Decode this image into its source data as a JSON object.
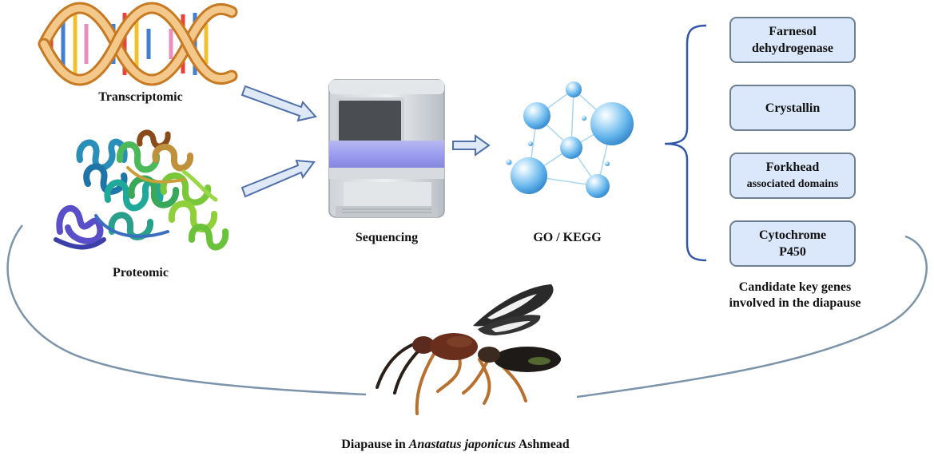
{
  "labels": {
    "transcriptomic": "Transcriptomic",
    "proteomic": "Proteomic",
    "sequencing": "Sequencing",
    "go_kegg": "GO / KEGG",
    "candidate_line1": "Candidate key genes",
    "candidate_line2": "involved in the diapause",
    "caption_pre": "Diapause in ",
    "caption_species": "Anastatus japonicus",
    "caption_post": " Ashmead"
  },
  "genes": [
    {
      "line1": "Farnesol",
      "line2": "dehydrogenase"
    },
    {
      "line1": "Crystallin",
      "line2": ""
    },
    {
      "line1": "Forkhead",
      "line2": "associated domains"
    },
    {
      "line1": "Cytochrome",
      "line2": "P450"
    }
  ],
  "colors": {
    "arrow_fill": "#dfe8f6",
    "arrow_stroke": "#4f6fa8",
    "brace": "#2f56a8",
    "curve": "#7b94aa",
    "gene_box_fill": "#dbe8fb",
    "gene_box_border": "#6f7f93",
    "sphere": "#78c0ee"
  }
}
